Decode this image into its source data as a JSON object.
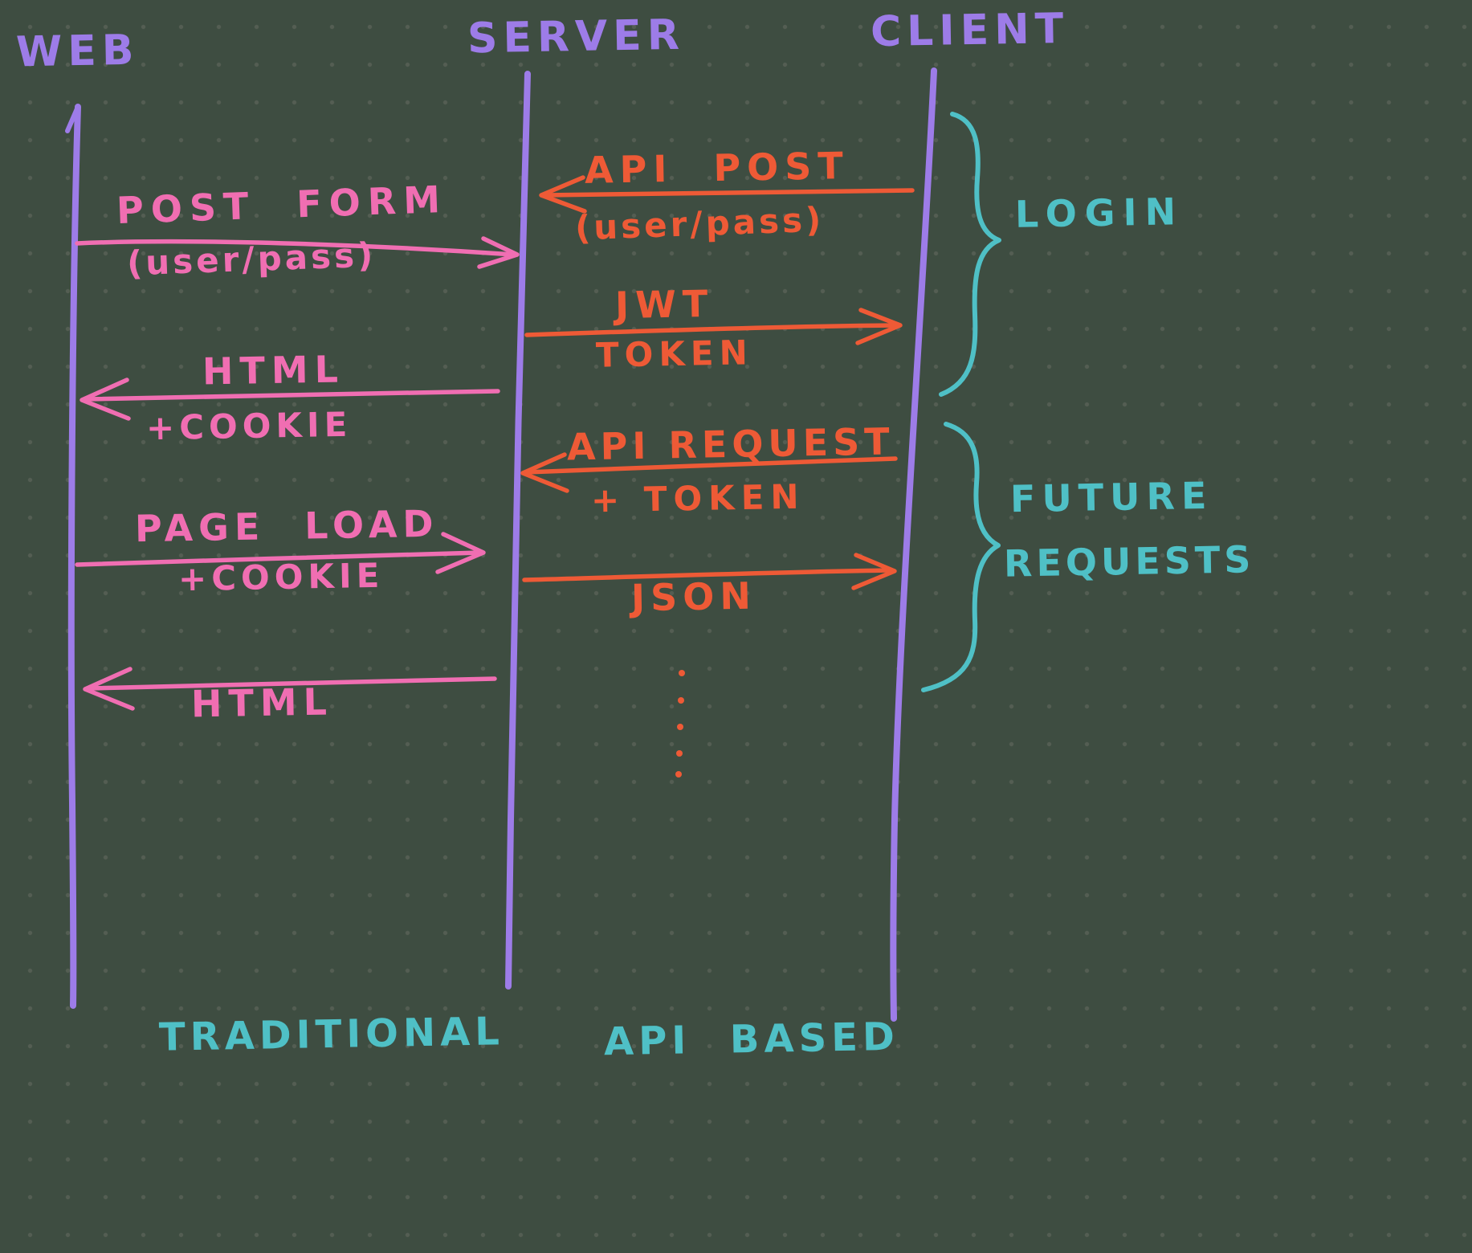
{
  "colors": {
    "background": "#3e4d41",
    "lifeline_purple": "#9d7ce8",
    "traditional_pink": "#f06eb2",
    "api_orange": "#ee5a36",
    "annotation_teal": "#4fc0c6"
  },
  "lifelines": {
    "web": "WEB",
    "server": "SERVER",
    "client": "CLIENT"
  },
  "traditional": {
    "post_form": "POST FORM",
    "post_form_sub": "(user/pass)",
    "html_cookie": "HTML",
    "html_cookie_sub": "+COOKIE",
    "page_load": "PAGE LOAD",
    "page_load_sub": "+COOKIE",
    "html": "HTML",
    "caption": "TRADITIONAL"
  },
  "api": {
    "api_post": "API POST",
    "api_post_sub": "(user/pass)",
    "jwt": "JWT",
    "jwt_sub": "TOKEN",
    "api_request": "API REQUEST",
    "api_request_sub": "+ TOKEN",
    "json": "JSON",
    "caption": "API BASED"
  },
  "annotations": {
    "login": "LOGIN",
    "future_line1": "FUTURE",
    "future_line2": "REQUESTS"
  }
}
